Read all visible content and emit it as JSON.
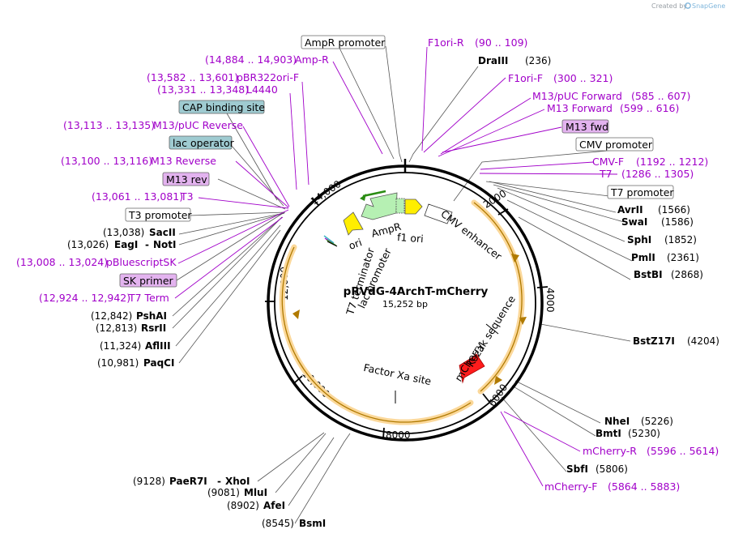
{
  "credit": "Created by",
  "brand": "SnapGene",
  "plasmid": {
    "name": "pRVdG-4ArchT-mCherry",
    "length": "15,252 bp"
  },
  "ticks": [
    "2000",
    "4000",
    "6000",
    "8000",
    "10,000",
    "12,000",
    "14,000"
  ],
  "feature_labels": {
    "ampr": "AmpR",
    "ori": "ori",
    "f1ori": "f1 ori",
    "cmv_enh": "CMV enhancer",
    "kozak": "Kozak sequence",
    "mcherry": "mCherry",
    "factor_xa": "Factor Xa site",
    "t7_term": "T7 terminator",
    "lac_prom": "lac promoter"
  },
  "labels": {
    "ampr_promoter": "AmpR promoter",
    "f1ori_r": "F1ori-R",
    "f1ori_r_pos": "(90 .. 109)",
    "dra3": "DraIII",
    "dra3_pos": "(236)",
    "f1ori_f": "F1ori-F",
    "f1ori_f_pos": "(300 .. 321)",
    "m13puc_fwd": "M13/pUC Forward",
    "m13puc_fwd_pos": "(585 .. 607)",
    "m13_fwd_primer": "M13 Forward",
    "m13_fwd_primer_pos": "(599 .. 616)",
    "m13_fwd": "M13 fwd",
    "cmv_promoter": "CMV promoter",
    "cmv_f": "CMV-F",
    "cmv_f_pos": "(1192 .. 1212)",
    "t7": "T7",
    "t7_pos": "(1286 .. 1305)",
    "t7_promoter": "T7 promoter",
    "avr2": "AvrII",
    "avr2_pos": "(1566)",
    "swa1": "SwaI",
    "swa1_pos": "(1586)",
    "sph1": "SphI",
    "sph1_pos": "(1852)",
    "pml1": "PmlI",
    "pml1_pos": "(2361)",
    "bstb1": "BstBI",
    "bstb1_pos": "(2868)",
    "bstz17": "BstZ17I",
    "bstz17_pos": "(4204)",
    "nhe1": "NheI",
    "nhe1_pos": "(5226)",
    "bmt1": "BmtI",
    "bmt1_pos": "(5230)",
    "mcherry_r": "mCherry-R",
    "mcherry_r_pos": "(5596 .. 5614)",
    "sbf1": "SbfI",
    "sbf1_pos": "(5806)",
    "mcherry_f": "mCherry-F",
    "mcherry_f_pos": "(5864 .. 5883)",
    "bsm1": "BsmI",
    "bsm1_pos": "(8545)",
    "afe1": "AfeI",
    "afe1_pos": "(8902)",
    "mlu1": "MluI",
    "mlu1_pos": "(9081)",
    "paer7_pos": "(9128)",
    "paer7": "PaeR7I",
    "dash": "-",
    "xho1": "XhoI",
    "amp_r_pos": "(14,884 .. 14,903)",
    "amp_r": "Amp-R",
    "pbr322_pos": "(13,582 .. 13,601)",
    "pbr322": "pBR322ori-F",
    "l4440_pos": "(13,331 .. 13,348)",
    "l4440": "L4440",
    "cap": "CAP binding site",
    "m13puc_rev_pos": "(13,113 .. 13,135)",
    "m13puc_rev": "M13/pUC Reverse",
    "lac_operator": "lac operator",
    "m13_reverse_pos": "(13,100 .. 13,116)",
    "m13_reverse": "M13 Reverse",
    "m13_rev": "M13 rev",
    "t3_pos": "(13,061 .. 13,081)",
    "t3": "T3",
    "t3_promoter": "T3 promoter",
    "sac2_pos": "(13,038)",
    "sac2": "SacII",
    "eag1_pos": "(13,026)",
    "eag1": "EagI",
    "not1": "NotI",
    "pbs_pos": "(13,008 .. 13,024)",
    "pbs": "pBluescriptSK",
    "sk_primer": "SK primer",
    "t7term_pos": "(12,924 .. 12,942)",
    "t7term": "T7 Term",
    "psha1_pos": "(12,842)",
    "psha1": "PshAI",
    "rsr2_pos": "(12,813)",
    "rsr2": "RsrII",
    "afl3_pos": "(11,324)",
    "afl3": "AflIII",
    "paqc1_pos": "(10,981)",
    "paqc1": "PaqCI"
  },
  "colors": {
    "primer": "#a100c9",
    "primer_box": "#e3b3ef",
    "feature_box": "#9fcbd1",
    "ampr": "#b6f0b3",
    "ori": "#ffee00",
    "mcherry": "#ff1c1c",
    "cds_highlight": "#fbd89a"
  }
}
